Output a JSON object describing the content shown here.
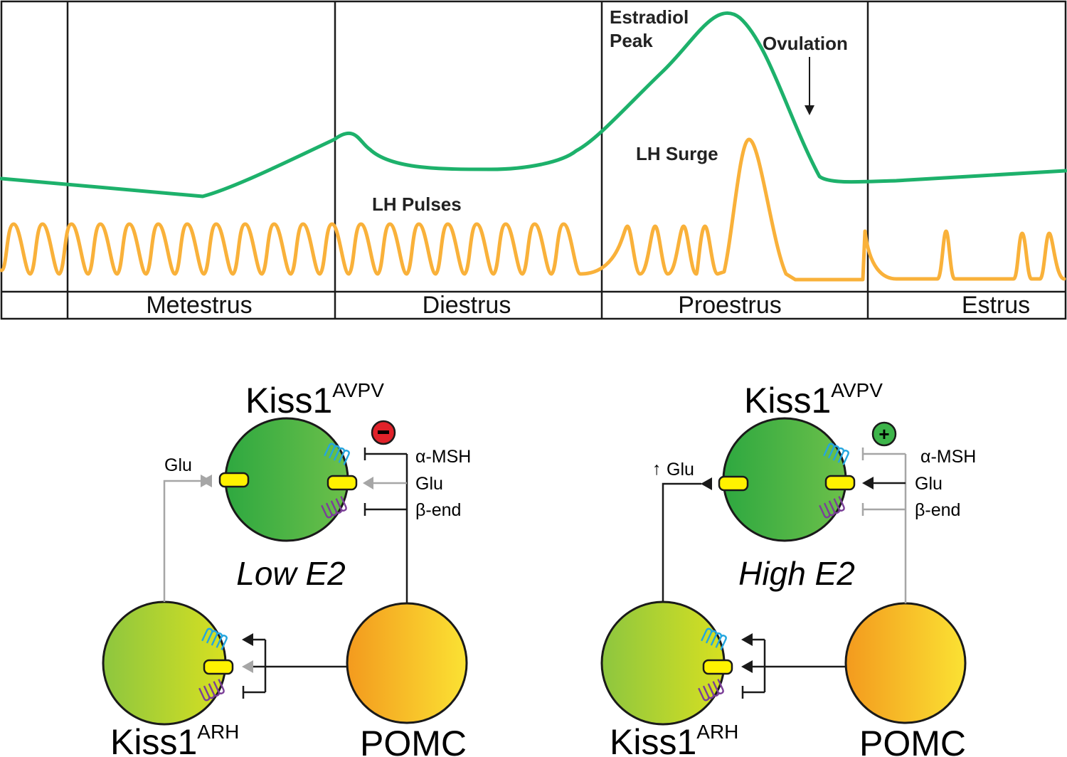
{
  "colors": {
    "estradiol": "#1DB16B",
    "lh": "#F9B13A",
    "kiss_avpv_green": "#38A93C",
    "kiss_arh_green": "#A6CF38",
    "pomc_orange": "#F49A1E",
    "pomc_yellow": "#FBE233",
    "channel_yellow": "#FFF200",
    "receptor_blue": "#24A6DF",
    "receptor_purple": "#7B3F98",
    "inhibit_red": "#E0222A",
    "excite_green": "#3DB54A",
    "active_line": "#1a1a1a",
    "inactive_line": "#A6A6A6"
  },
  "cycle_chart": {
    "phases": [
      "Metestrus",
      "Diestrus",
      "Proestrus",
      "Estrus"
    ],
    "annotations": {
      "estradiol_peak_line1": "Estradiol",
      "estradiol_peak_line2": "Peak",
      "ovulation": "Ovulation",
      "lh_surge": "LH Surge",
      "lh_pulses": "LH Pulses"
    }
  },
  "panels": {
    "low": {
      "condition": "Low E2",
      "kiss_avpv": "Kiss1",
      "kiss_avpv_sup": "AVPV",
      "kiss_arh": "Kiss1",
      "kiss_arh_sup": "ARH",
      "pomc": "POMC",
      "glu_out": "Glu",
      "msh": "α-MSH",
      "glu_in": "Glu",
      "bend": "β-end",
      "sign": "−"
    },
    "high": {
      "condition": "High E2",
      "kiss_avpv": "Kiss1",
      "kiss_avpv_sup": "AVPV",
      "kiss_arh": "Kiss1",
      "kiss_arh_sup": "ARH",
      "pomc": "POMC",
      "glu_out": "Glu",
      "glu_out_arrow": "↑",
      "msh": "α-MSH",
      "glu_in": "Glu",
      "bend": "β-end",
      "sign": "+"
    }
  }
}
